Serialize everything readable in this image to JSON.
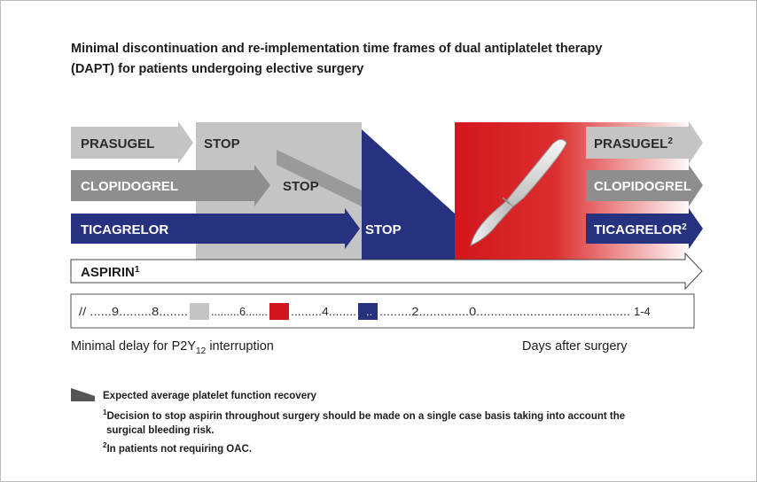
{
  "title": {
    "line1": "Minimal discontinuation and re-implementation time frames of dual antiplatelet therapy",
    "line2": "(DAPT) for patients undergoing elective surgery"
  },
  "drugs": {
    "prasugel": "PRASUGEL",
    "clopidogrel": "CLOPIDOGREL",
    "ticagrelor": "TICAGRELOR",
    "aspirin": "ASPIRIN",
    "aspirin_note": "1"
  },
  "stops": {
    "prasugel": "STOP",
    "clopidogrel": "STOP",
    "ticagrelor": "STOP"
  },
  "resume": {
    "prasugel": "PRASUGEL",
    "prasugel_note": "2",
    "clopidogrel": "CLOPIDOGREL",
    "ticagrelor": "TICAGRELOR",
    "ticagrelor_note": "2"
  },
  "timeline": {
    "t0": "// ......9.........8........",
    "t1": ".........6.......",
    "t2": ".........4........",
    "t3": "..",
    "t4": ".........2..............0...........................................",
    "t5": "1-4"
  },
  "captions": {
    "delay_prefix": "Minimal delay for P2Y",
    "delay_sub": "12",
    "delay_suffix": " interruption",
    "days": "Days after surgery"
  },
  "legend": {
    "recovery": "Expected average platelet function recovery",
    "note1_mark": "1",
    "note1_line1": "Decision to stop aspirin throughout surgery should be made on a single case basis taking into account the",
    "note1_line2": "surgical bleeding risk.",
    "note2_mark": "2",
    "note2": "In patients not requiring OAC."
  },
  "colors": {
    "prasugel": "#c4c4c4",
    "clopidogrel": "#8e8e8e",
    "ticagrelor": "#26327f",
    "surgery_red": "#d2161d",
    "stop_gray": "#c4c4c4"
  }
}
